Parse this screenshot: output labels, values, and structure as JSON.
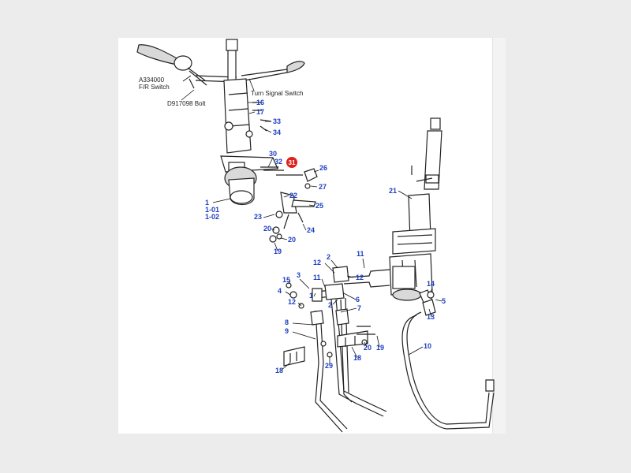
{
  "labels": {
    "fr_switch_part": "A334000",
    "fr_switch_name": "F/R Switch",
    "bolt": "D917098 Bolt",
    "turn_signal": "Turn Signal Switch"
  },
  "highlighted_callout": "31",
  "callouts": [
    "16",
    "17",
    "33",
    "34",
    "30",
    "32",
    "26",
    "27",
    "1",
    "1-01",
    "1-02",
    "22",
    "25",
    "23",
    "20",
    "24",
    "20",
    "19",
    "21",
    "12",
    "2",
    "11",
    "12",
    "15",
    "3",
    "11",
    "4",
    "12",
    "1",
    "2",
    "6",
    "7",
    "8",
    "9",
    "18",
    "29",
    "20",
    "19",
    "18",
    "14",
    "5",
    "13",
    "10"
  ]
}
